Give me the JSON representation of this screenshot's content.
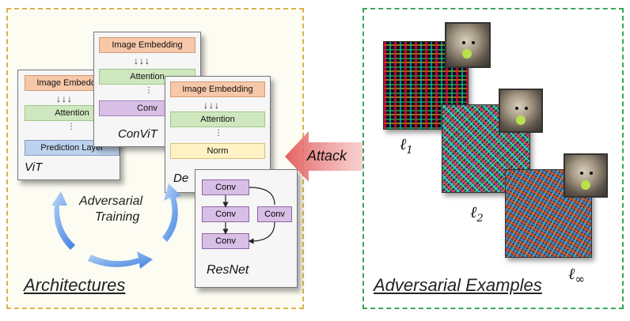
{
  "left_panel": {
    "title": "Architectures",
    "vit": {
      "name": "ViT",
      "blocks": [
        "Image Embedding",
        "Attention",
        "Prediction Layer"
      ]
    },
    "convit": {
      "name": "ConViT",
      "blocks": [
        "Image Embedding",
        "Attention",
        "Conv"
      ]
    },
    "deit": {
      "name": "De",
      "blocks": [
        "Image Embedding",
        "Attention",
        "Norm"
      ]
    },
    "resnet": {
      "name": "ResNet",
      "blocks": [
        "Conv",
        "Conv",
        "Conv",
        "Conv"
      ]
    },
    "training_label_1": "Adversarial",
    "training_label_2": "Training"
  },
  "attack_label": "Attack",
  "right_panel": {
    "title": "Adversarial Examples",
    "norms": [
      "ℓ",
      "ℓ",
      "ℓ"
    ],
    "subscripts": [
      "1",
      "2",
      "∞"
    ]
  },
  "colors": {
    "left_border": "#d9b24a",
    "right_border": "#3aa65a",
    "image_embedding": "#f6c7a8",
    "attention": "#cfe7be",
    "conv": "#d8bfe6",
    "prediction": "#bdd2ec",
    "norm": "#fff2c4",
    "attack_arrow": "#e88a8a"
  }
}
